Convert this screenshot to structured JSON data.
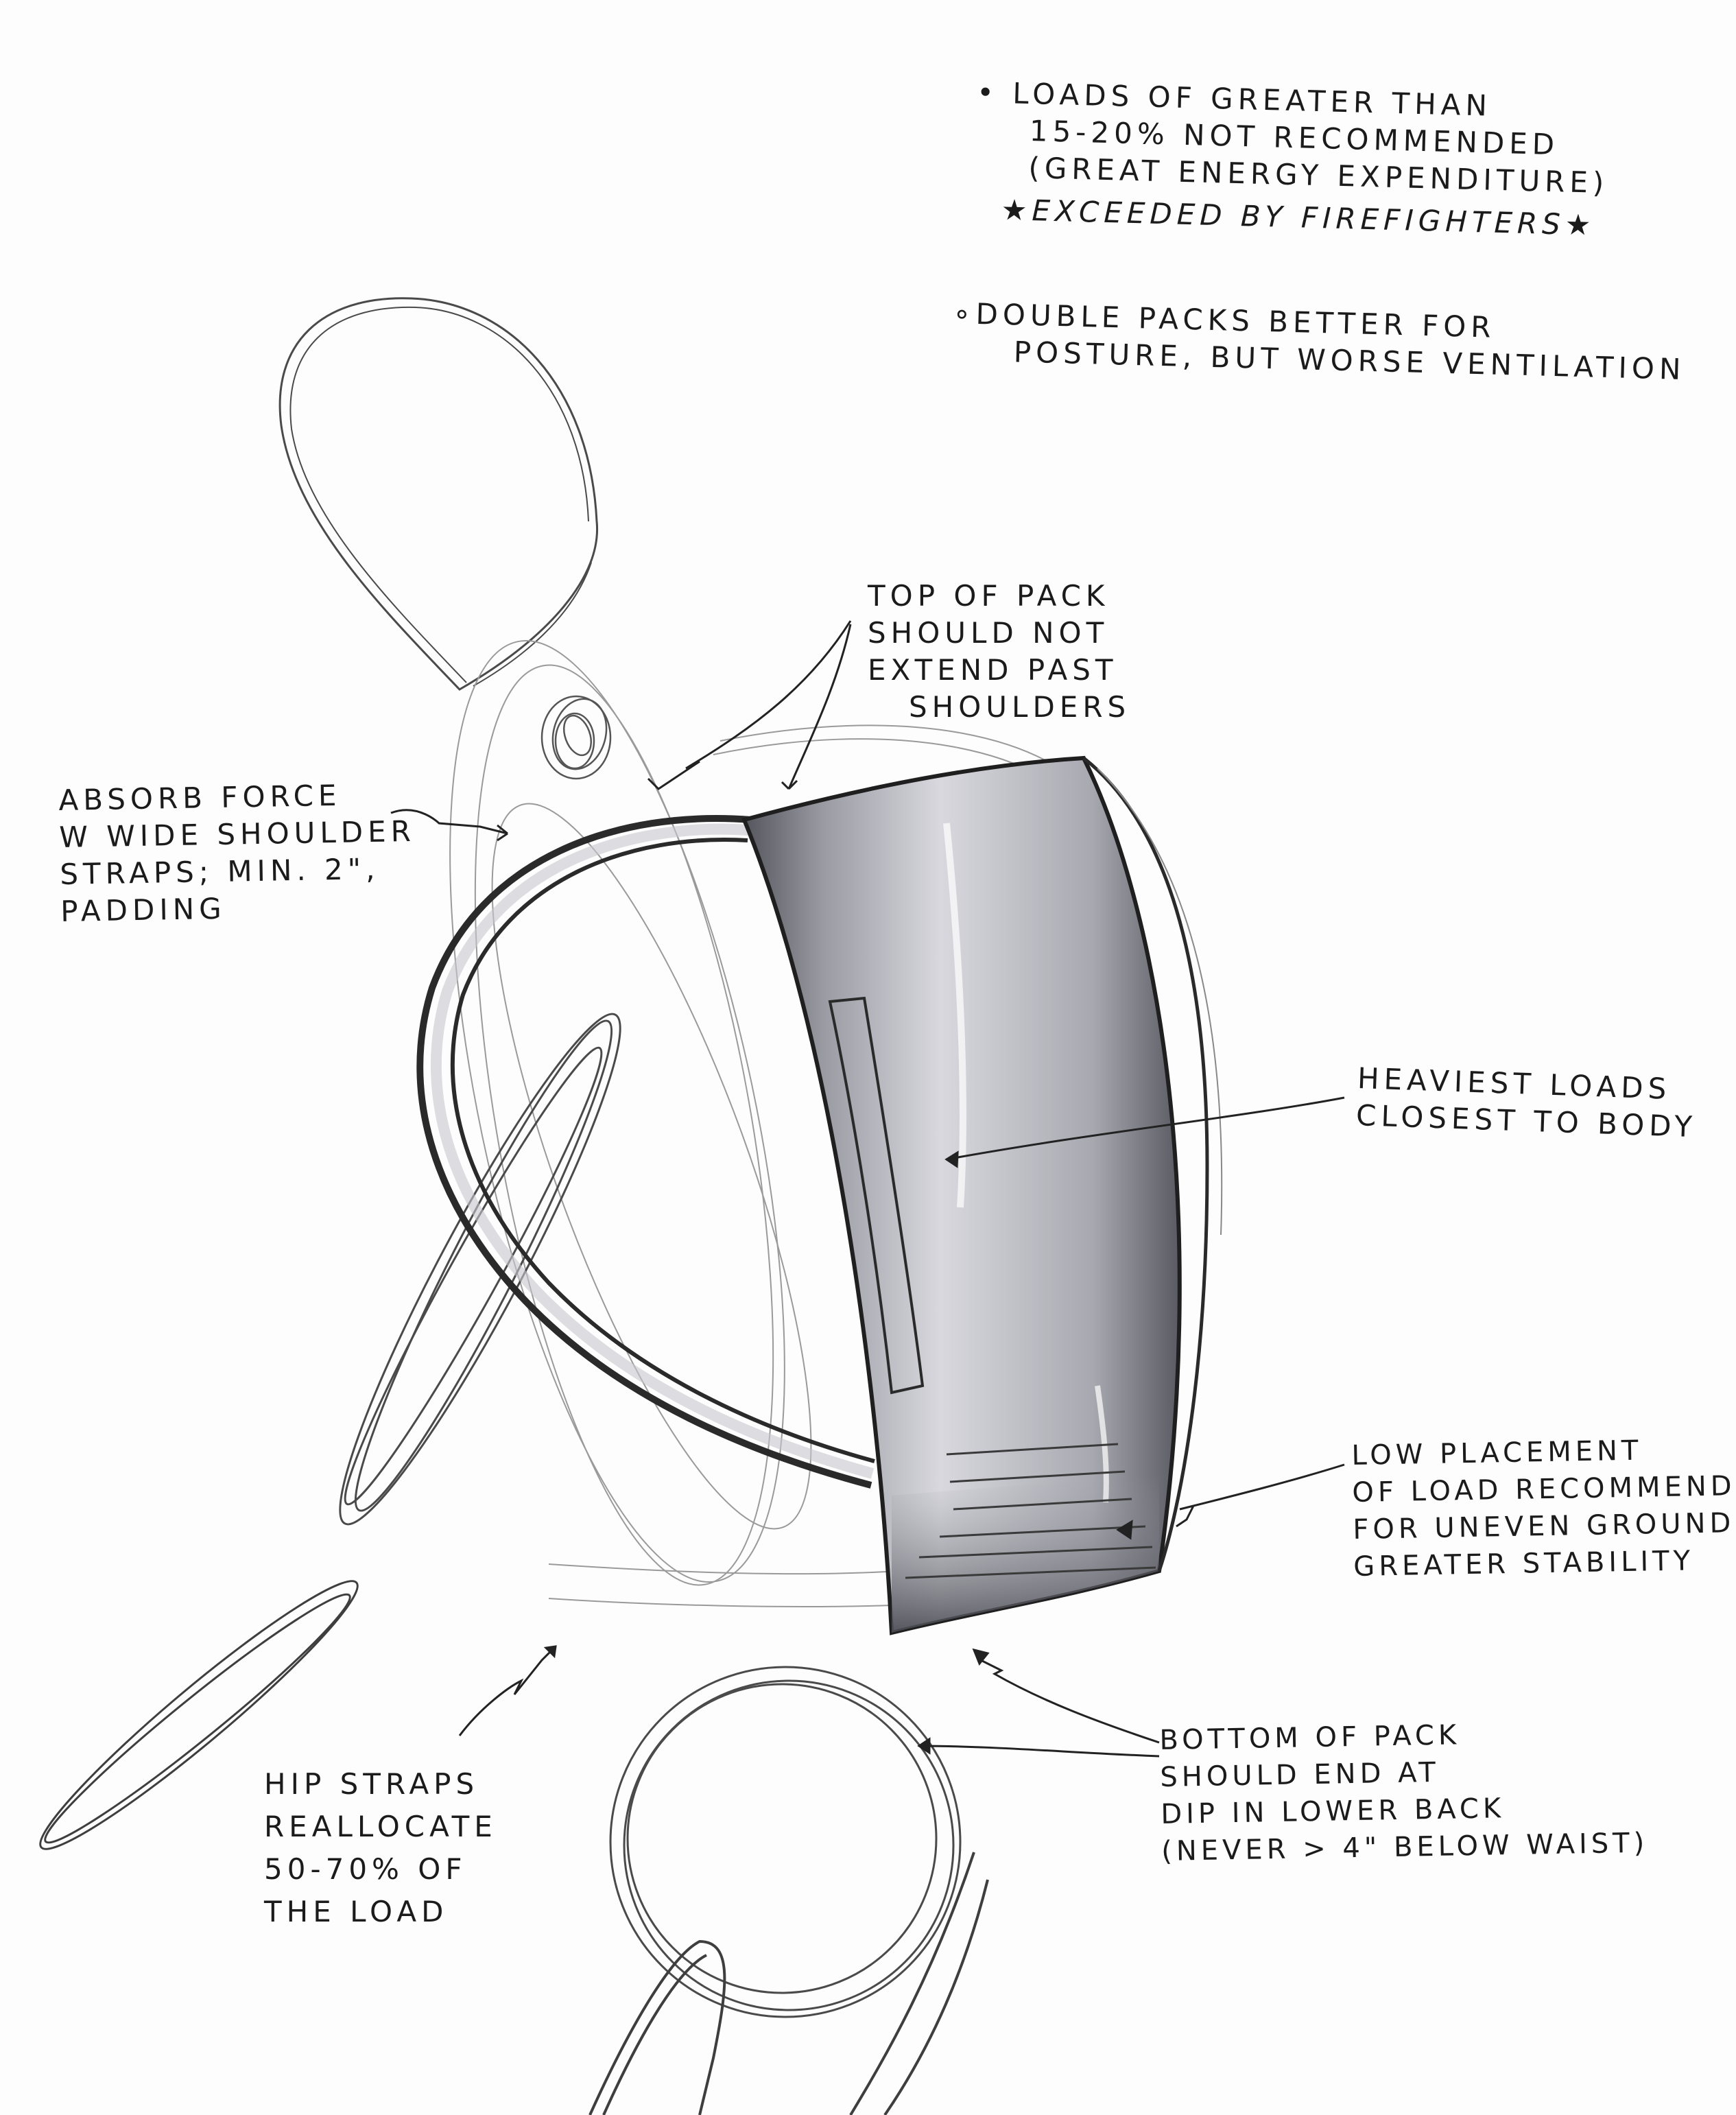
{
  "notes": {
    "loads": {
      "line1": "• LOADS OF GREATER THAN",
      "line2": "15-20% NOT RECOMMENDED",
      "line3": "(GREAT ENERGY EXPENDITURE)",
      "line4": "★EXCEEDED BY FIREFIGHTERS★"
    },
    "double_packs": {
      "line1": "∘DOUBLE PACKS BETTER FOR",
      "line2": "POSTURE, BUT WORSE VENTILATION"
    },
    "top_of_pack": {
      "line1": "TOP OF PACK",
      "line2": "SHOULD NOT",
      "line3": "EXTEND PAST",
      "line4": "SHOULDERS"
    },
    "absorb_force": {
      "line1": "ABSORB FORCE",
      "line2": "W WIDE SHOULDER",
      "line3": "STRAPS; MIN. 2\",",
      "line4": "PADDING"
    },
    "heaviest_loads": {
      "line1": "HEAVIEST LOADS",
      "line2": "CLOSEST TO BODY"
    },
    "low_placement": {
      "line1": "LOW PLACEMENT",
      "line2": "OF LOAD RECOMMENDED",
      "line3": "FOR UNEVEN GROUND;",
      "line4": "GREATER STABILITY"
    },
    "bottom_of_pack": {
      "line1": "BOTTOM OF PACK",
      "line2": "SHOULD END AT",
      "line3": "DIP IN LOWER BACK",
      "line4": "(NEVER > 4\" BELOW WAIST)"
    },
    "hip_straps": {
      "line1": "HIP STRAPS",
      "line2": "REALLOCATE",
      "line3": "50-70% OF",
      "line4": "THE LOAD"
    }
  },
  "colors": {
    "ink": "#1b1b1b",
    "pencil": "#8c8c8c",
    "marker_dark": "#4d4d55",
    "marker_mid": "#9a9aa3",
    "marker_light": "#dcdce2",
    "paper": "#fdfdfd"
  }
}
